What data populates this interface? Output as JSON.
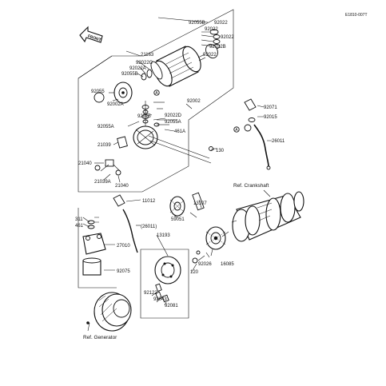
{
  "diagram": {
    "code": "E1810-007T",
    "front_label": "FRONT",
    "callouts": {
      "c21163": "21163",
      "c92055B_top": "92055B",
      "c92022_t1": "92022",
      "c92022_t2": "92022",
      "c92022_t3": "92022",
      "c92022B": "92022B",
      "c92022_t4": "92022",
      "c92022C": "92022C",
      "c92022A": "92022A",
      "c92055B_mid": "92055B",
      "c92055": "92055",
      "c92002A": "92002A",
      "c92002": "92002",
      "c92015_left": "92015",
      "c92055A_left": "92055A",
      "c92022D": "92022D",
      "c92055A_mid": "92055A",
      "c461A": "461A",
      "c21039": "21039",
      "c130": "130",
      "c21040_left": "21040",
      "c21039A": "21039A",
      "c21040_bot": "21040",
      "c92071": "92071",
      "c92015_right": "92015",
      "c26011": "26011",
      "cA_right": "A",
      "cA_box": "A",
      "c11012": "11012",
      "c311": "311",
      "c461": "461",
      "c26011_paren": "(26011)",
      "c27010": "27010",
      "c92075": "92075",
      "c13107": "13107",
      "c59051": "59051",
      "c13193": "13193",
      "c120": "120",
      "c92026": "92026",
      "c16085": "16085",
      "c92122": "92122",
      "c92043": "92043",
      "c92081": "92081",
      "ref_crankshaft": "Ref. Crankshaft",
      "ref_generator": "Ref. Generator"
    }
  }
}
